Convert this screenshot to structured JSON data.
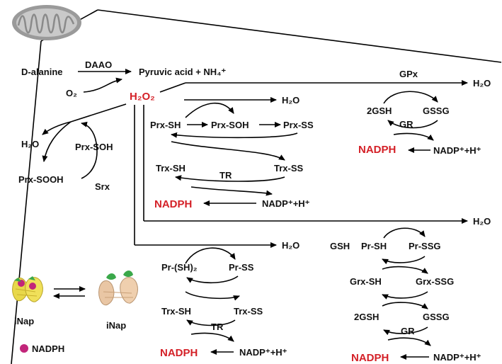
{
  "colors": {
    "nadph": "#d42027",
    "h2o2": "#d42027",
    "nadph_dot": "#c2257a",
    "stroke": "#000000"
  },
  "icons": {
    "mitochondrion": "mitochondrion-icon",
    "inap_bound": "inap-protein-nadph-bound-icon",
    "inap_free": "inap-protein-free-icon"
  },
  "top": {
    "d_alanine": "D-alanine",
    "daao": "DAAO",
    "pyruvic": "Pyruvic acid + NH₄⁺",
    "o2": "O₂",
    "h2o2": "H₂O₂",
    "h2o_mid": "H₂O",
    "h2o_right": "H₂O"
  },
  "left": {
    "h2o": "H₂O",
    "prx_soh": "Prx-SOH",
    "prx_sooh": "Prx-SOOH",
    "srx": "Srx"
  },
  "middle": {
    "prx_sh": "Prx-SH",
    "prx_soh": "Prx-SOH",
    "prx_ss": "Prx-SS",
    "trx_sh": "Trx-SH",
    "trx_ss": "Trx-SS",
    "tr": "TR",
    "nadph": "NADPH",
    "nadp": "NADP⁺+H⁺"
  },
  "gpx": {
    "gpx": "GPx",
    "h2o": "H₂O",
    "gsh2": "2GSH",
    "gssg": "GSSG",
    "gr": "GR",
    "nadph": "NADPH",
    "nadp": "NADP⁺+H⁺"
  },
  "prss": {
    "h2o": "H₂O",
    "pr_sh2": "Pr-(SH)₂",
    "pr_ss": "Pr-SS",
    "trx_sh": "Trx-SH",
    "trx_ss": "Trx-SS",
    "tr": "TR",
    "nadph": "NADPH",
    "nadp": "NADP⁺+H⁺"
  },
  "grx": {
    "h2o": "H₂O",
    "gsh": "GSH",
    "pr_sh": "Pr-SH",
    "pr_ssg": "Pr-SSG",
    "grx_sh": "Grx-SH",
    "grx_ssg": "Grx-SSG",
    "gsh2": "2GSH",
    "gssg": "GSSG",
    "gr": "GR",
    "nadph": "NADPH",
    "nadp": "NADP⁺+H⁺"
  },
  "legend": {
    "inap_left": "iNap",
    "inap_right": "iNap",
    "nadph": "NADPH"
  }
}
